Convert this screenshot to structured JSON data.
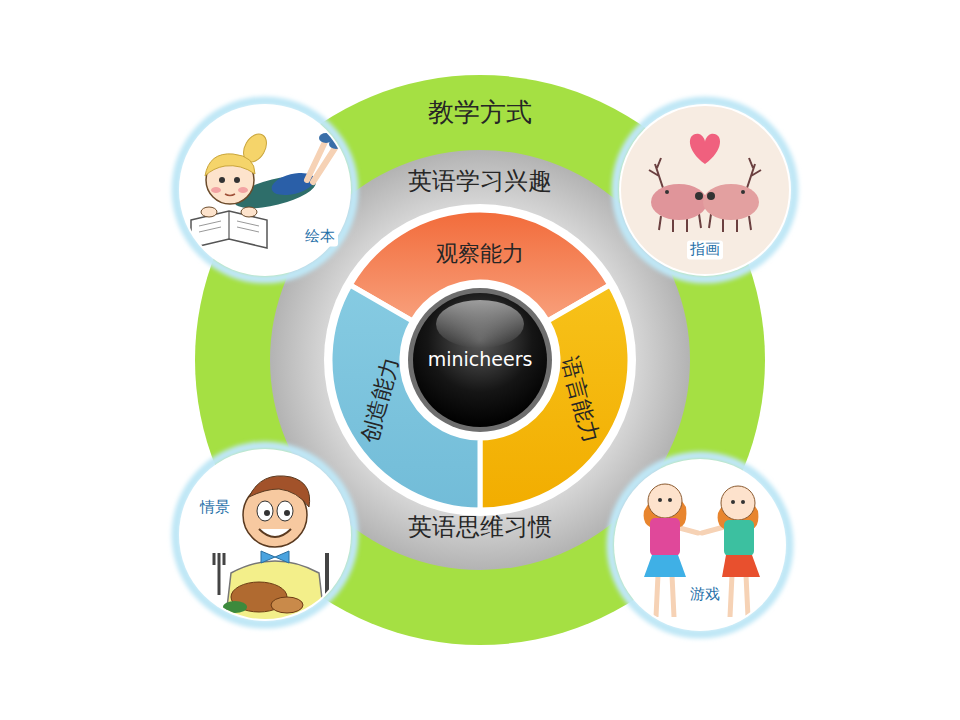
{
  "diagram": {
    "nodes": [
      {
        "text": [
          "教学方式"
        ]
      },
      {
        "text": [
          "英语学习兴趣",
          "英语思维习惯"
        ],
        "in": 0
      },
      {
        "text": [
          "观察能力"
        ],
        "in": 1
      },
      {
        "text": [
          "语言能力"
        ],
        "in": 1
      },
      {
        "text": [
          "创造能力"
        ],
        "in": 1
      },
      {
        "text": [
          "minicheers"
        ],
        "in": 1
      },
      {
        "text": [
          "绘本"
        ]
      },
      {
        "text": [
          "指画"
        ]
      },
      {
        "text": [
          "情景"
        ]
      },
      {
        "text": [
          "游戏"
        ]
      }
    ]
  }
}
